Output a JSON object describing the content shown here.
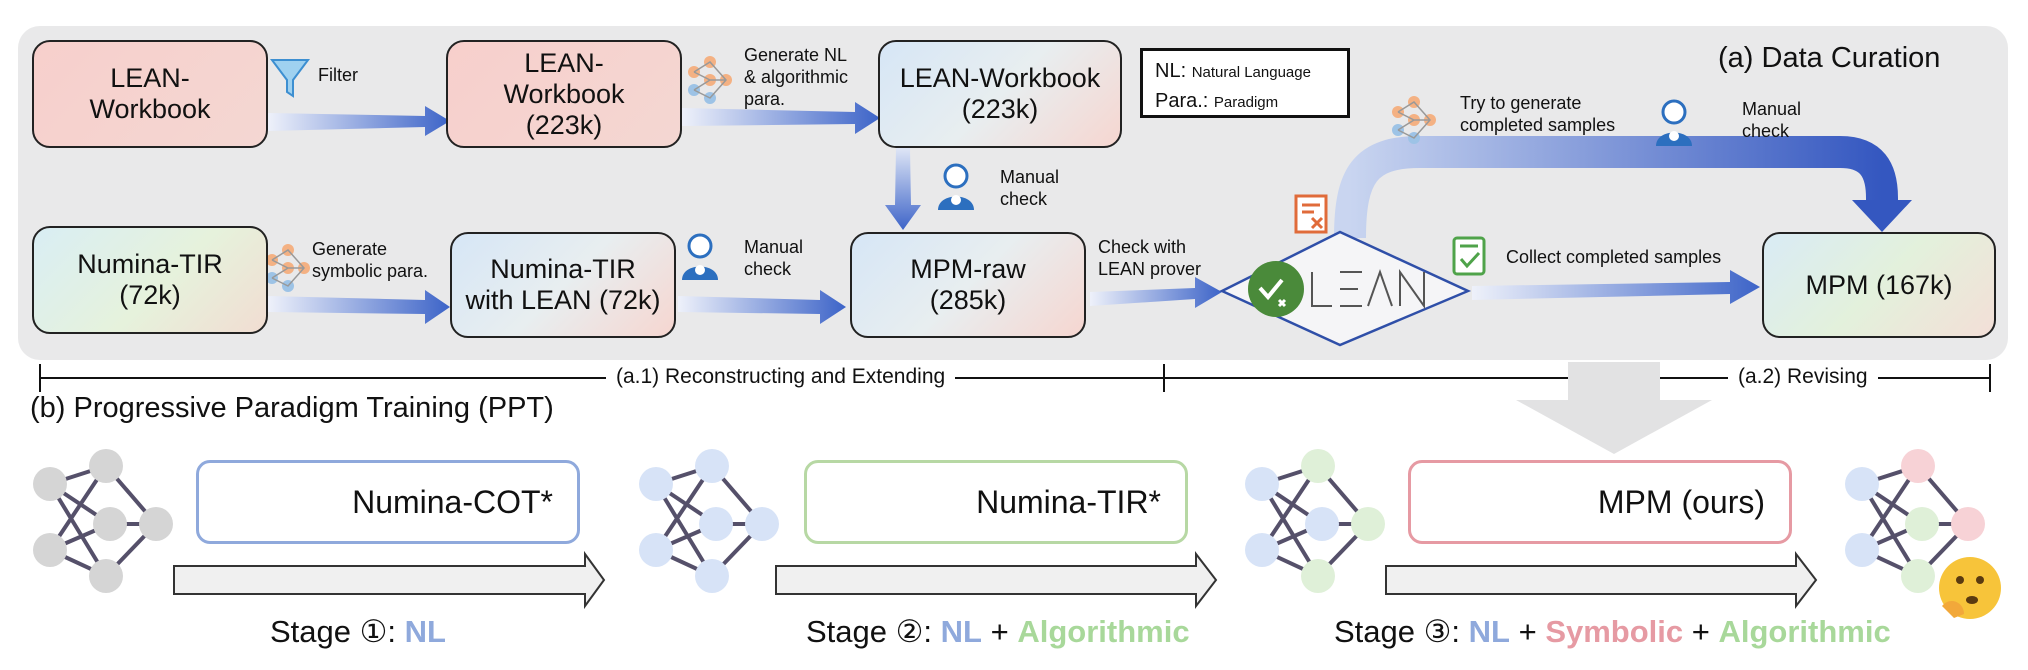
{
  "curation": {
    "title": "(a) Data Curation",
    "legend": {
      "nl_key": "NL:",
      "nl_value": "Natural Language",
      "para_key": "Para.:",
      "para_value": "Paradigm"
    },
    "boxes": {
      "lean_workbook_1": "LEAN-\nWorkbook",
      "lean_workbook_2": "LEAN-\nWorkbook\n(223k)",
      "lean_workbook_3": "LEAN-Workbook\n(223k)",
      "numina_tir": "Numina-TIR\n(72k)",
      "numina_tir_lean": "Numina-TIR\nwith LEAN (72k)",
      "mpm_raw": "MPM-raw\n(285k)",
      "mpm": "MPM (167k)"
    },
    "labels": {
      "filter": "Filter",
      "gen_nl": "Generate NL\n& algorithmic\npara.",
      "manual_check_1": "Manual\ncheck",
      "gen_sym": "Generate\nsymbolic para.",
      "manual_check_2": "Manual\ncheck",
      "check_lean": "Check with\nLEAN prover",
      "try_generate": "Try to generate\ncompleted samples",
      "manual_check_3": "Manual\ncheck",
      "collect": "Collect completed samples",
      "lean_logo": "LEAN"
    },
    "axis": {
      "left": "(a.1) Reconstructing and Extending",
      "right": "(a.2)  Revising"
    }
  },
  "training": {
    "title": "(b) Progressive Paradigm Training (PPT)",
    "datasets": [
      "Numina-COT*",
      "Numina-TIR*",
      "MPM (ours)"
    ],
    "stages": [
      {
        "prefix": "Stage ①: ",
        "nl": "NL",
        "plus1": "",
        "sym": "",
        "plus2": "",
        "alg": ""
      },
      {
        "prefix": "Stage ②: ",
        "nl": "NL",
        "plus1": " + ",
        "sym": "",
        "plus2": "",
        "alg": "Algorithmic"
      },
      {
        "prefix": "Stage ③: ",
        "nl": "NL",
        "plus1": " + ",
        "sym": "Symbolic",
        "plus2": " + ",
        "alg": "Algorithmic"
      }
    ]
  },
  "colors": {
    "arrow_blue": "#3d64c8",
    "nl_color": "#8fa9dc",
    "algorithmic_color": "#a8d89a",
    "symbolic_color": "#e69aa3",
    "lean_check_green": "#4a8a3a"
  }
}
